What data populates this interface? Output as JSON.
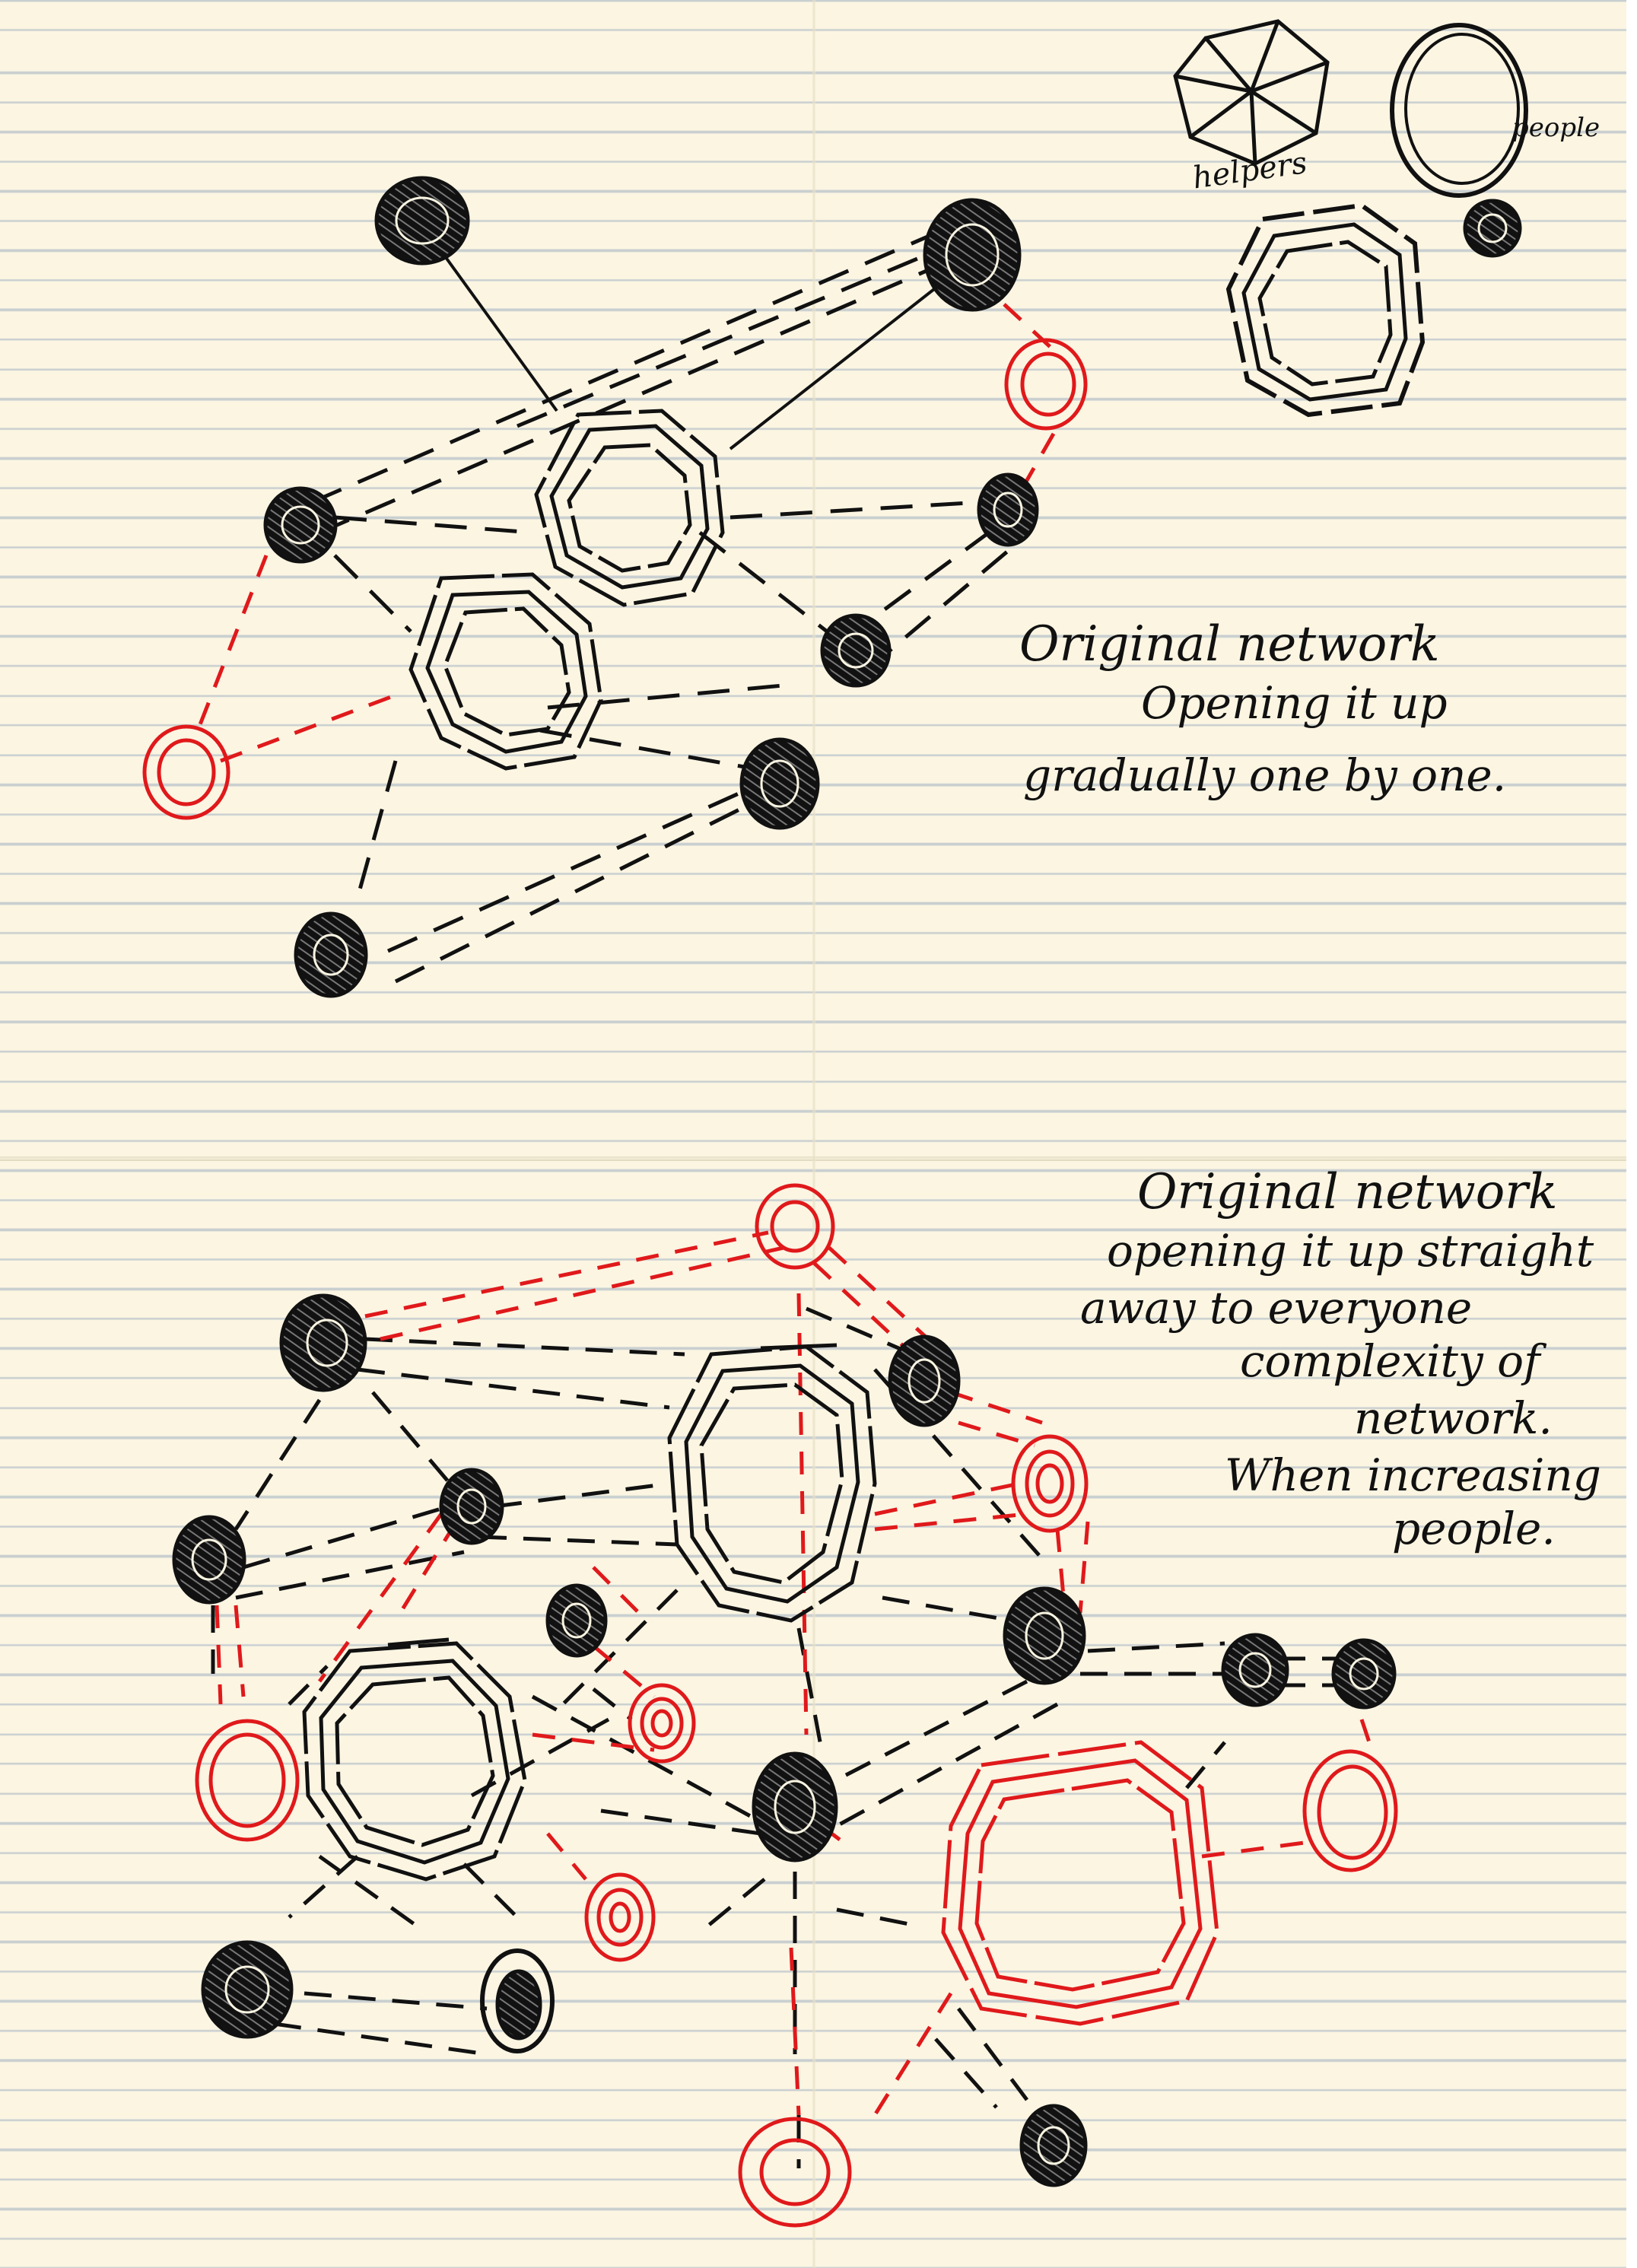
{
  "legend": {
    "helpers_label": "helpers",
    "people_label": "people"
  },
  "note_top": {
    "line1": "Original network",
    "line2": "Opening it up",
    "line3": "gradually one by one."
  },
  "note_bottom": {
    "line1": "Original network",
    "line2": "opening it up straight",
    "line3": "away to everyone",
    "line4": "complexity of",
    "line5": "network.",
    "line6": "When increasing",
    "line7": "people."
  },
  "colors": {
    "ink": "#111111",
    "red": "#e0191b",
    "paper": "#fbf5e2",
    "rule_line": "#c9cfd0"
  }
}
